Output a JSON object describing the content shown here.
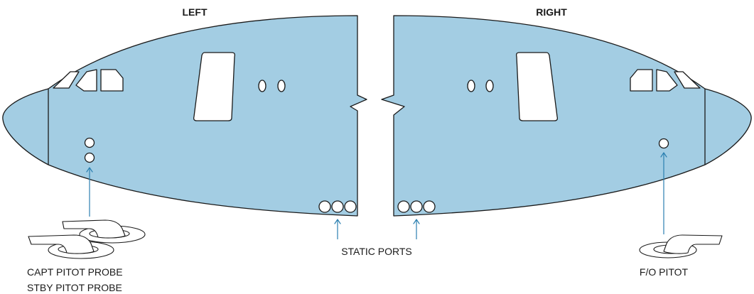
{
  "panels": {
    "left_title": "LEFT",
    "right_title": "RIGHT"
  },
  "labels": {
    "capt_pitot": "CAPT PITOT PROBE",
    "stby_pitot": "STBY PITOT PROBE",
    "static_ports": "STATIC PORTS",
    "fo_pitot": "F/O PITOT"
  },
  "colors": {
    "fuselage": "#a3cde3",
    "outline": "#1a1a1a",
    "arrow": "#2a7fb0"
  }
}
